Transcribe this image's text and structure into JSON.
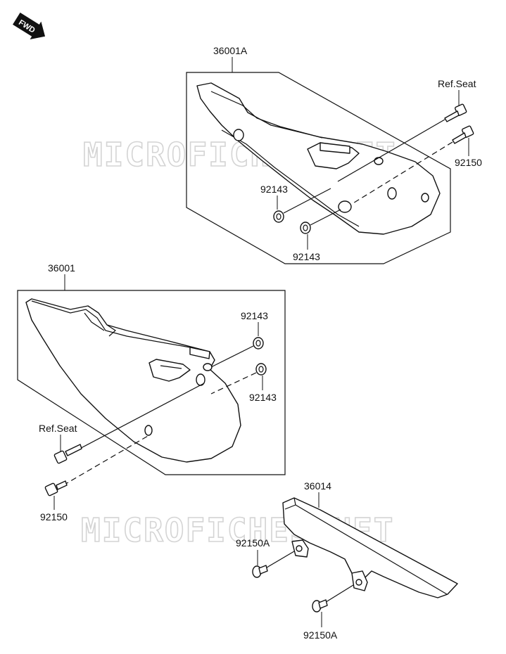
{
  "diagram": {
    "badge": {
      "text": "FWD",
      "icon": "forward-arrow-icon"
    },
    "watermark": "MICROFICHES.NET",
    "labels": {
      "part_36001A": "36001A",
      "ref_seat_top": "Ref.Seat",
      "part_92150_top": "92150",
      "part_92143_top_a": "92143",
      "part_92143_top_b": "92143",
      "part_36001": "36001",
      "part_92143_mid_a": "92143",
      "part_92143_mid_b": "92143",
      "ref_seat_mid": "Ref.Seat",
      "part_92150_mid": "92150",
      "part_36014": "36014",
      "part_92150A_a": "92150A",
      "part_92150A_b": "92150A"
    }
  }
}
